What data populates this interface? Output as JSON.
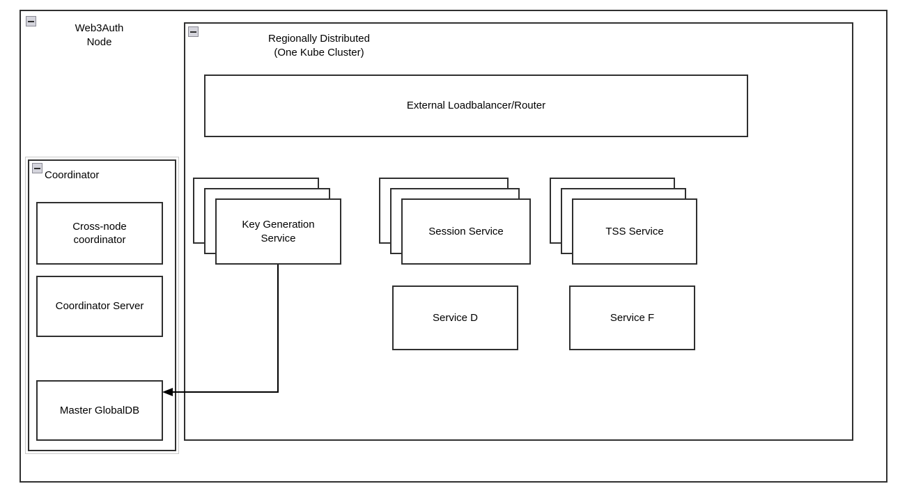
{
  "diagram": {
    "outer_group": {
      "title": "Web3Auth\nNode",
      "collapse_icon": "minus-square-icon"
    },
    "cluster_group": {
      "title": "Regionally Distributed\n(One Kube Cluster)",
      "collapse_icon": "minus-square-icon"
    },
    "coordinator_group": {
      "title": "Coordinator",
      "collapse_icon": "minus-square-icon",
      "nodes": [
        {
          "label": "Cross-node\ncoordinator",
          "name": "cross-node-coordinator-node"
        },
        {
          "label": "Coordinator Server",
          "name": "coordinator-server-node"
        },
        {
          "label": "Master GlobalDB",
          "name": "master-globaldb-node"
        }
      ]
    },
    "loadbalancer": {
      "label": "External Loadbalancer/Router"
    },
    "stacked_services": [
      {
        "label": "Key Generation\nService",
        "name": "key-generation-service-node",
        "instances": 3
      },
      {
        "label": "Session Service",
        "name": "session-service-node",
        "instances": 3
      },
      {
        "label": "TSS Service",
        "name": "tss-service-node",
        "instances": 3
      }
    ],
    "plain_services": [
      {
        "label": "Service D",
        "name": "service-d-node"
      },
      {
        "label": "Service F",
        "name": "service-f-node"
      }
    ],
    "connectors": [
      {
        "name": "key-generation-to-master-globaldb-edge",
        "from": "Key Generation Service",
        "to": "Master GlobalDB",
        "arrow": "left-arrowhead"
      }
    ],
    "colors": {
      "stroke": "#2f2f2f",
      "fill": "#ffffff",
      "text": "#000000",
      "icon_fill": "#d4d4dc",
      "icon_border": "#8a8a94",
      "highlight_ring": "#c9c9c9"
    }
  }
}
